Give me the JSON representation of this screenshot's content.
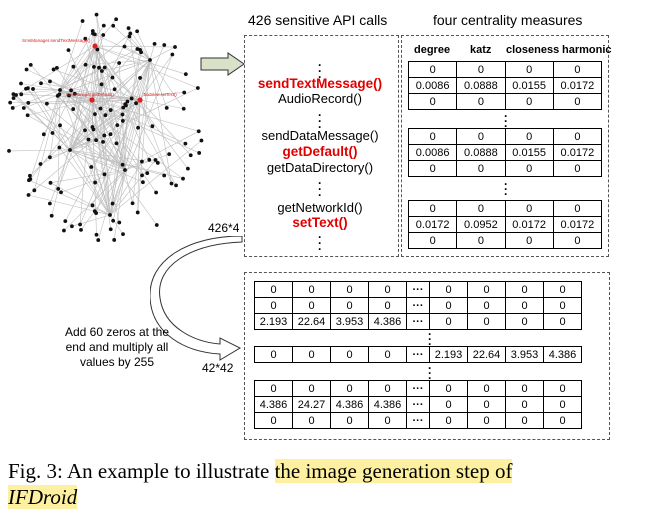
{
  "headers": {
    "api_calls": "426 sensitive API calls",
    "centrality": "four centrality measures"
  },
  "graph": {
    "labels": [
      "SmsManager.sendTextMessage()",
      "SmsManager.getDefault()",
      "TextView.setText()"
    ],
    "highlight_color": "#e02020",
    "node_color": "#111111"
  },
  "api_list": [
    {
      "text": "sendTextMessage()",
      "sensitive": true
    },
    {
      "text": "AudioRecord()",
      "sensitive": false
    },
    {
      "text": "sendDataMessage()",
      "sensitive": false
    },
    {
      "text": "getDefault()",
      "sensitive": true
    },
    {
      "text": "getDataDirectory()",
      "sensitive": false
    },
    {
      "text": "getNetworkId()",
      "sensitive": false
    },
    {
      "text": "setText()",
      "sensitive": true
    }
  ],
  "centrality": {
    "columns": [
      "degree",
      "katz",
      "closeness",
      "harmonic"
    ],
    "groups": [
      [
        [
          "0",
          "0",
          "0",
          "0"
        ],
        [
          "0.0086",
          "0.0888",
          "0.0155",
          "0.0172"
        ],
        [
          "0",
          "0",
          "0",
          "0"
        ]
      ],
      [
        [
          "0",
          "0",
          "0",
          "0"
        ],
        [
          "0.0086",
          "0.0888",
          "0.0155",
          "0.0172"
        ],
        [
          "0",
          "0",
          "0",
          "0"
        ]
      ],
      [
        [
          "0",
          "0",
          "0",
          "0"
        ],
        [
          "0.0172",
          "0.0952",
          "0.0172",
          "0.0172"
        ],
        [
          "0",
          "0",
          "0",
          "0"
        ]
      ]
    ]
  },
  "dims": {
    "small": "426*4",
    "large": "42*42"
  },
  "transform_note": "Add 60 zeros at the end and multiply all values by 255",
  "image_matrix": {
    "ellipsis": "···",
    "groups": [
      [
        [
          "0",
          "0",
          "0",
          "0",
          "0",
          "0",
          "0",
          "0"
        ],
        [
          "0",
          "0",
          "0",
          "0",
          "0",
          "0",
          "0",
          "0"
        ],
        [
          "2.193",
          "22.64",
          "3.953",
          "4.386",
          "0",
          "0",
          "0",
          "0"
        ]
      ],
      [
        [
          "0",
          "0",
          "0",
          "0",
          "2.193",
          "22.64",
          "3.953",
          "4.386"
        ]
      ],
      [
        [
          "0",
          "0",
          "0",
          "0",
          "0",
          "0",
          "0",
          "0"
        ],
        [
          "4.386",
          "24.27",
          "4.386",
          "4.386",
          "0",
          "0",
          "0",
          "0"
        ],
        [
          "0",
          "0",
          "0",
          "0",
          "0",
          "0",
          "0",
          "0"
        ]
      ]
    ]
  },
  "caption": {
    "prefix": "Fig. 3: An example to illustrate ",
    "highlighted": "the image generation step of",
    "italic": "IFDroid"
  }
}
